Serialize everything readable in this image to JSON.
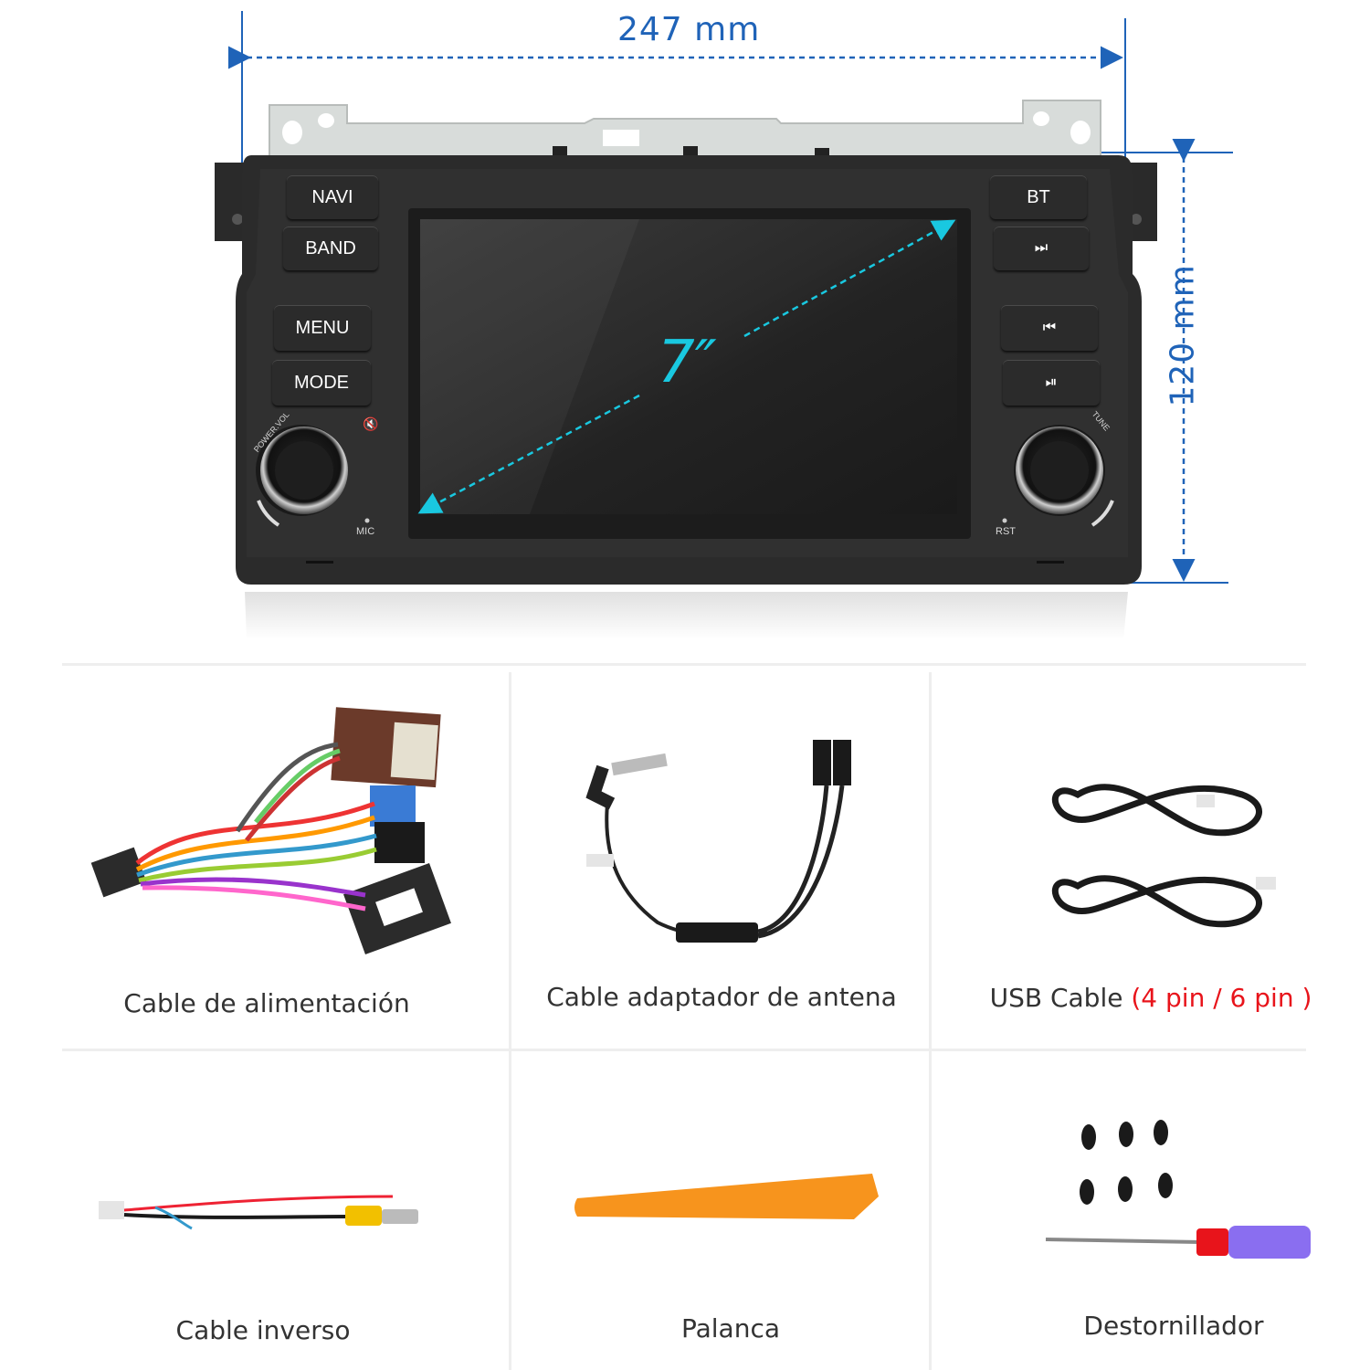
{
  "dimensions": {
    "width": "247 mm",
    "height": "120 mm",
    "screen_diagonal": "7″"
  },
  "unit": {
    "buttons_left": [
      "NAVI",
      "BAND",
      "MENU",
      "MODE"
    ],
    "buttons_right": [
      "BT",
      "⏭",
      "⏮",
      "⏯"
    ],
    "labels": {
      "power_vol": "POWER.VOL",
      "tune": "TUNE",
      "mic": "MIC",
      "rst": "RST",
      "mute": "🔇"
    }
  },
  "accessories": {
    "power_cable": "Cable de alimentación",
    "antenna_cable": "Cable adaptador de antena",
    "usb_cable": "USB Cable",
    "usb_pins": "(4 pin / 6 pin )",
    "reverse_cable": "Cable inverso",
    "lever": "Palanca",
    "screwdriver": "Destornillador"
  },
  "colors": {
    "dimension_blue": "#1f63b8",
    "diagonal_cyan": "#19c8e0",
    "lever_orange": "#f7941d",
    "pin_red": "#e8141b"
  }
}
